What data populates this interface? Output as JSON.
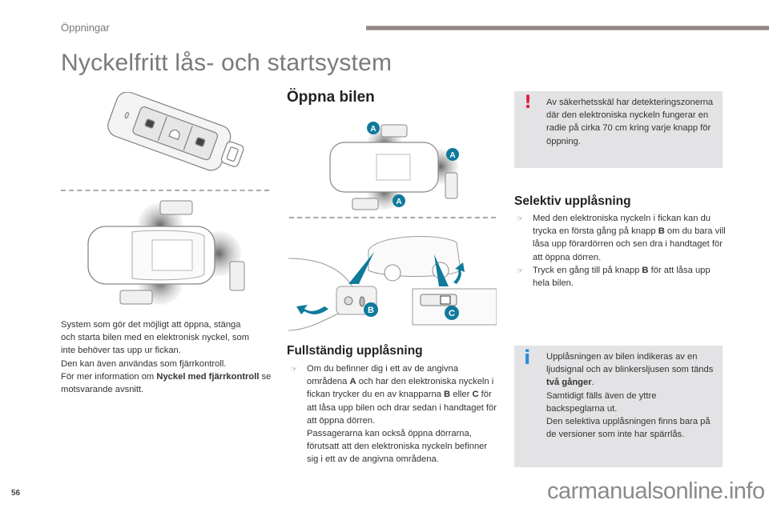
{
  "header": {
    "section": "Öppningar",
    "title": "Nyckelfritt lås- och startsystem"
  },
  "left_column": {
    "intro_lines": [
      "System som gör det möjligt att öppna, stänga",
      "och starta bilen med en elektronisk nyckel, som",
      "inte behöver tas upp ur fickan.",
      "Den kan även användas som fjärrkontroll."
    ],
    "ref_prefix": "För mer information om ",
    "ref_bold": "Nyckel med fjärrkontroll",
    "ref_suffix": " se motsvarande avsnitt."
  },
  "middle_column": {
    "heading": "Öppna bilen",
    "zone_label": "A",
    "label_b": "B",
    "label_c": "C",
    "subheading": "Fullständig upplåsning",
    "bullet1": {
      "p1": "Om du befinner dig i ett av de angivna områdena ",
      "b1": "A",
      "p2": " och har den elektroniska nyckeln i fickan trycker du en av knapparna ",
      "b2": "B",
      "p3": " eller ",
      "b3": "C",
      "p4": " för att låsa upp bilen och drar sedan i handtaget för att öppna dörren.",
      "p5": "Passagerarna kan också öppna dörrarna, förutsatt att den elektroniska nyckeln befinner sig i ett av de angivna områdena."
    }
  },
  "right_column": {
    "warning": {
      "icon": "exclamation-icon",
      "text": "Av säkerhetsskäl har detekteringszonerna där den elektroniska nyckeln fungerar en radie på cirka 70 cm kring varje knapp för öppning."
    },
    "subheading": "Selektiv upplåsning",
    "bullet1": {
      "p1": "Med den elektroniska nyckeln i fickan kan du trycka en första gång på knapp ",
      "b1": "B",
      "p2": " om du bara vill låsa upp förardörren och sen dra i handtaget för att öppna dörren."
    },
    "bullet2": {
      "p1": "Tryck en gång till på knapp ",
      "b1": "B",
      "p2": " för att låsa upp hela bilen."
    },
    "info": {
      "icon": "info-icon",
      "p1": "Upplåsningen av bilen indikeras av en ljudsignal och av blinkersljusen som tänds ",
      "b1": "två gånger",
      "p2": ".",
      "p3": "Samtidigt fälls även de yttre backspeglarna ut.",
      "p4": "Den selektiva upplåsningen finns bara på de versioner som inte har spärrlås."
    }
  },
  "footer": {
    "page_number": "56",
    "watermark": "carmanualsonline.info"
  },
  "colors": {
    "accent_teal": "#0f7a9c",
    "warning_red": "#e0203c",
    "info_blue": "#2e8fd6",
    "note_bg": "#e3e3e5",
    "header_bar": "#968787"
  }
}
